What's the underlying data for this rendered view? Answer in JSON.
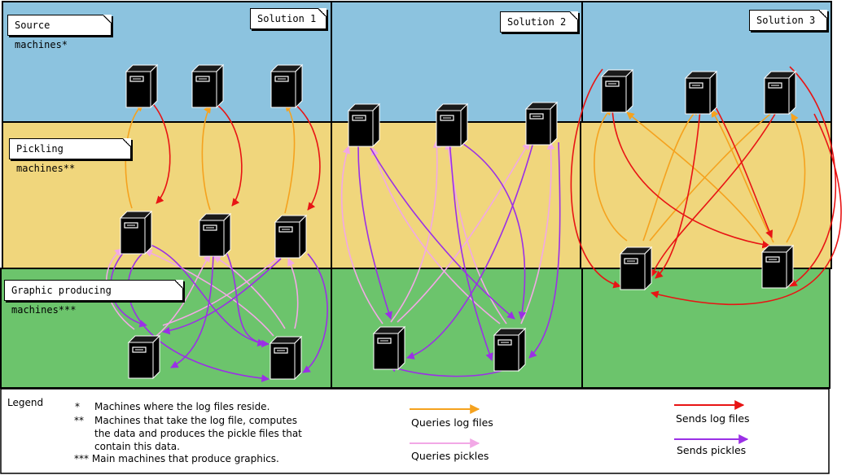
{
  "labels": {
    "source": "Source machines*",
    "pickling": "Pickling machines**",
    "graphic": "Graphic producing machines***",
    "solution1": "Solution 1",
    "solution2": "Solution 2",
    "solution3": "Solution 3"
  },
  "legend": {
    "title": "Legend",
    "note1_mark": "*",
    "note1_text": "Machines where the log files reside.",
    "note2_mark": "**",
    "note2_line1": "Machines that take the log file, computes",
    "note2_line2": "the data and produces the pickle files that",
    "note2_line3": "contain this data.",
    "note3": "*** Main machines that produce graphics.",
    "queries_log": "Queries log files",
    "queries_pickles": "Queries pickles",
    "sends_log": "Sends log files",
    "sends_pickles": "Sends pickles"
  },
  "colors": {
    "source_band": "#8cc3df",
    "pickling_band": "#f0d67c",
    "graphic_band": "#6cc46c",
    "queries_log": "#f5a21e",
    "queries_pickles": "#f2a8e6",
    "sends_log": "#e81414",
    "sends_pickles": "#9b30e6"
  },
  "icons": {
    "machine": "server-tower-icon"
  }
}
